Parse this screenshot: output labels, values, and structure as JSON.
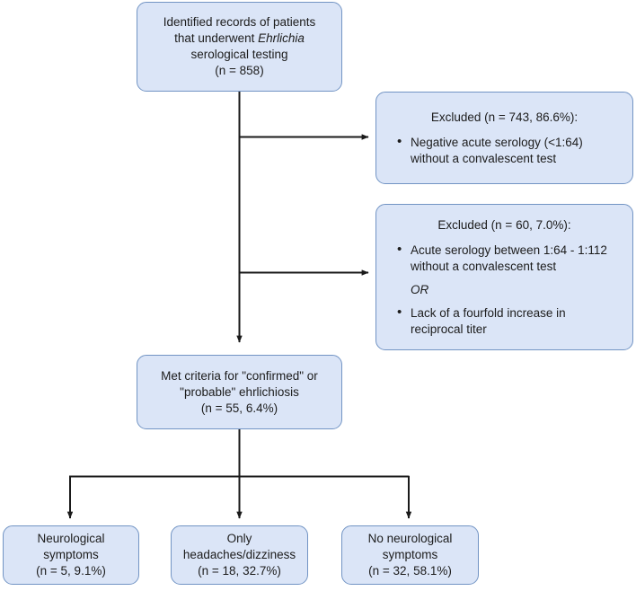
{
  "diagram": {
    "title": "Ehrlichia serological testing patient selection flow",
    "type": "flowchart",
    "colors": {
      "node_fill": "#dbe5f7",
      "node_border": "#7294c4",
      "connector": "#1a1a1a",
      "text": "#1c1c1c",
      "background": "#ffffff"
    },
    "nodes": {
      "identified": {
        "id": "identified-records",
        "lines": [
          "Identified records of patients",
          "that underwent ",
          "serological testing",
          "(n = 858)"
        ],
        "emphasis_word": "Ehrlichia",
        "line1": "Identified records of patients",
        "line2_prefix": "that underwent ",
        "line2_italic": "Ehrlichia",
        "line3": "serological testing",
        "line4": "(n = 858)"
      },
      "excluded_1": {
        "id": "excluded-negative-serology",
        "title": "Excluded (n = 743, 86.6%):",
        "items": [
          "Negative acute serology (<1:64) without a convalescent test"
        ]
      },
      "excluded_2": {
        "id": "excluded-indeterminate-serology",
        "title": "Excluded (n = 60, 7.0%):",
        "items": [
          "Acute serology between 1:64 - 1:112 without a convalescent test",
          "OR",
          "Lack of a fourfold increase in reciprocal titer"
        ]
      },
      "met_criteria": {
        "id": "met-criteria-ehrlichiosis",
        "line1": "Met criteria for \"confirmed\" or",
        "line2": "\"probable\" ehrlichiosis",
        "line3": "(n = 55, 6.4%)"
      },
      "outcome_1": {
        "id": "neurological-symptoms",
        "line1": "Neurological",
        "line2": "symptoms",
        "line3": "(n = 5, 9.1%)"
      },
      "outcome_2": {
        "id": "only-headaches-dizziness",
        "line1": "Only",
        "line2": "headaches/dizziness",
        "line3": "(n = 18, 32.7%)"
      },
      "outcome_3": {
        "id": "no-neurological-symptoms",
        "line1": "No neurological",
        "line2": "symptoms",
        "line3": "(n = 32, 58.1%)"
      }
    },
    "counts": {
      "total_identified": 858,
      "excluded_negative": 743,
      "excluded_negative_pct": "86.6%",
      "excluded_indeterminate": 60,
      "excluded_indeterminate_pct": "7.0%",
      "met_criteria": 55,
      "met_criteria_pct": "6.4%",
      "neurological": 5,
      "neurological_pct": "9.1%",
      "headaches": 18,
      "headaches_pct": "32.7%",
      "no_neurological": 32,
      "no_neurological_pct": "58.1%"
    }
  }
}
